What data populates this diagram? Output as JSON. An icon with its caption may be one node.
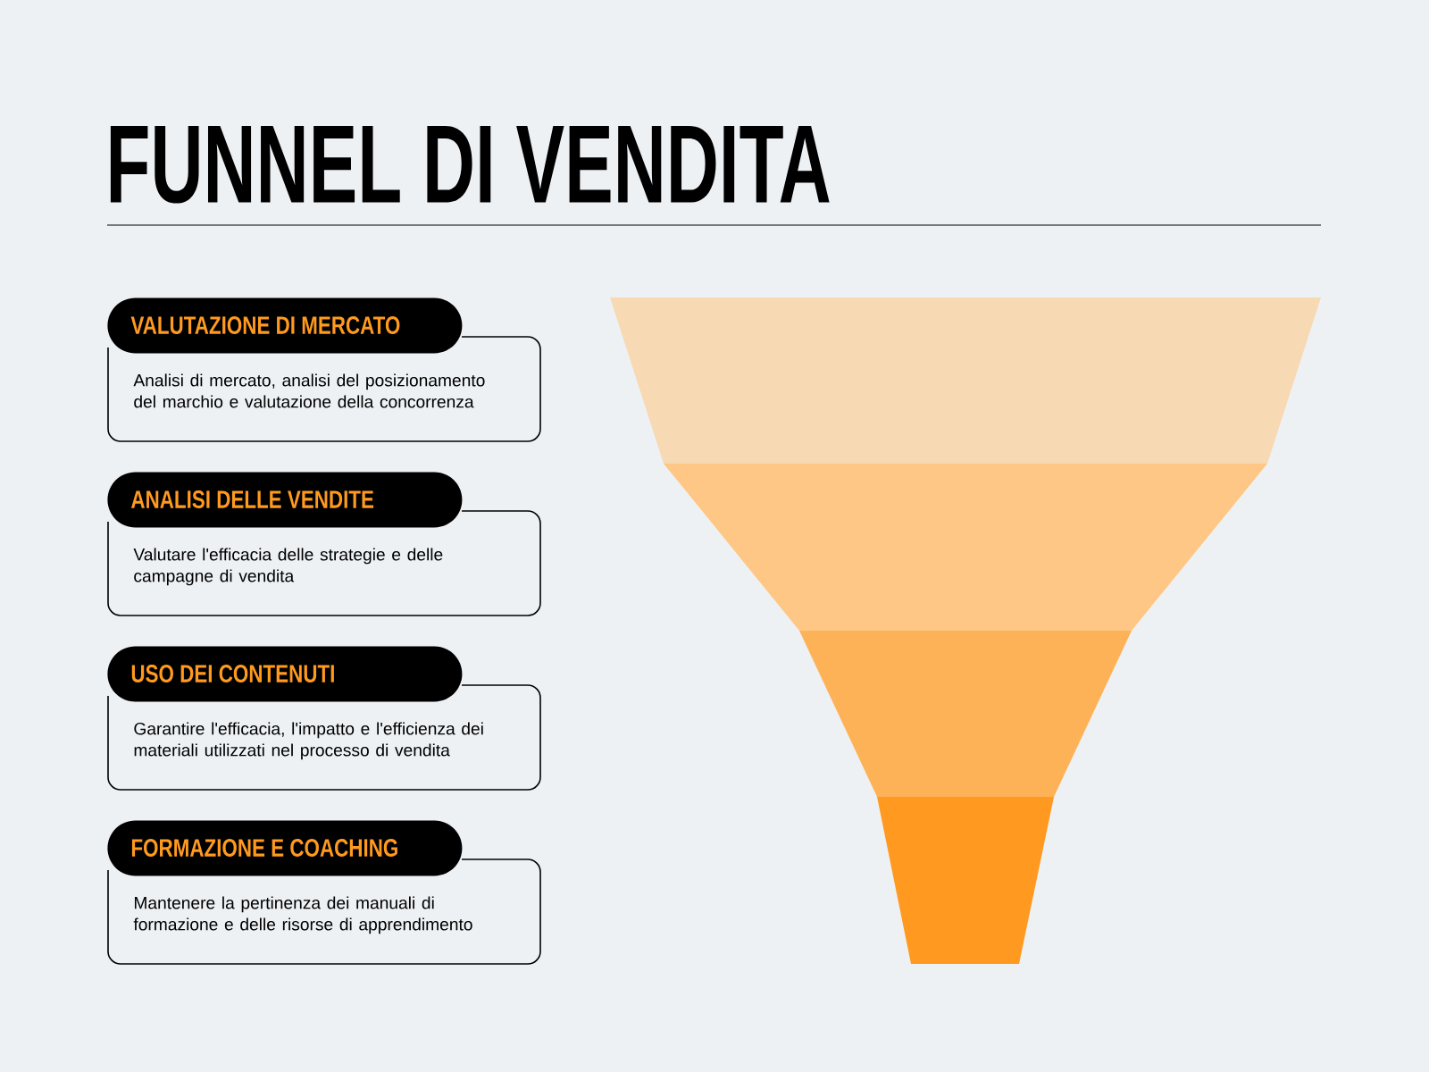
{
  "diagram": {
    "title": "FUNNEL DI VENDITA",
    "nodes": [
      {
        "text": [
          "VALUTAZIONE DI MERCATO",
          "Analisi di mercato, analisi del posizionamento del marchio e valutazione della concorrenza"
        ]
      },
      {
        "text": [
          "ANALISI DELLE VENDITE",
          "Valutare l'efficacia delle strategie e delle campagne di vendita"
        ]
      },
      {
        "text": [
          "USO DEI CONTENUTI",
          "Garantire l'efficacia, l'impatto e l'efficienza dei materiali utilizzati nel processo di vendita"
        ]
      },
      {
        "text": [
          "FORMAZIONE E COACHING",
          "Mantenere la pertinenza dei manuali di formazione e delle risorse di apprendimento"
        ]
      },
      {
        "text": [],
        "shape": "band"
      },
      {
        "text": [],
        "shape": "band"
      },
      {
        "text": [],
        "shape": "band"
      },
      {
        "text": [],
        "shape": "band"
      }
    ]
  }
}
